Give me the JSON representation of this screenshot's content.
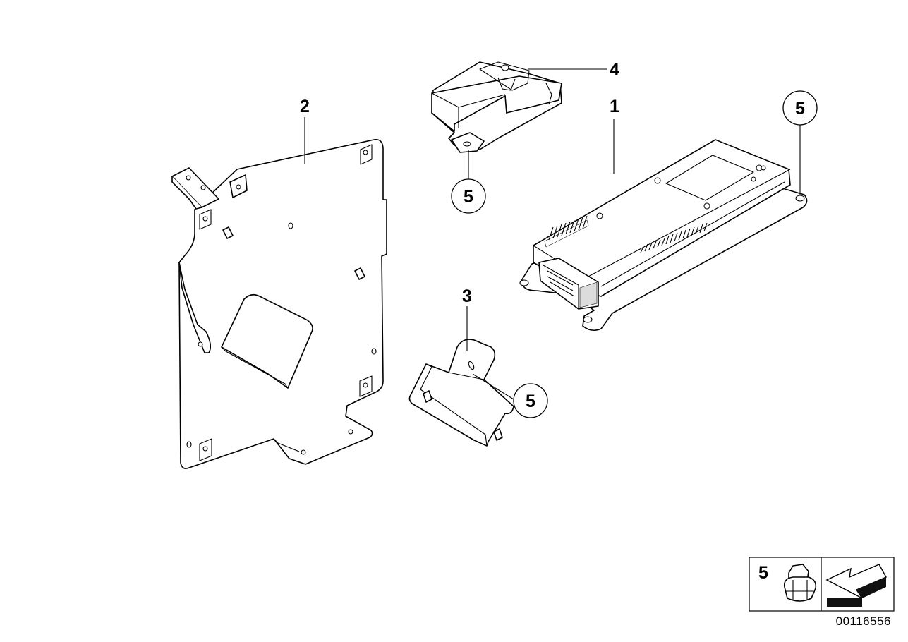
{
  "callouts": {
    "c1": "1",
    "c2": "2",
    "c3": "3",
    "c4": "4",
    "c5a": "5",
    "c5b": "5",
    "c5c": "5"
  },
  "legend": {
    "item_number": "5"
  },
  "document_number": "00116556"
}
